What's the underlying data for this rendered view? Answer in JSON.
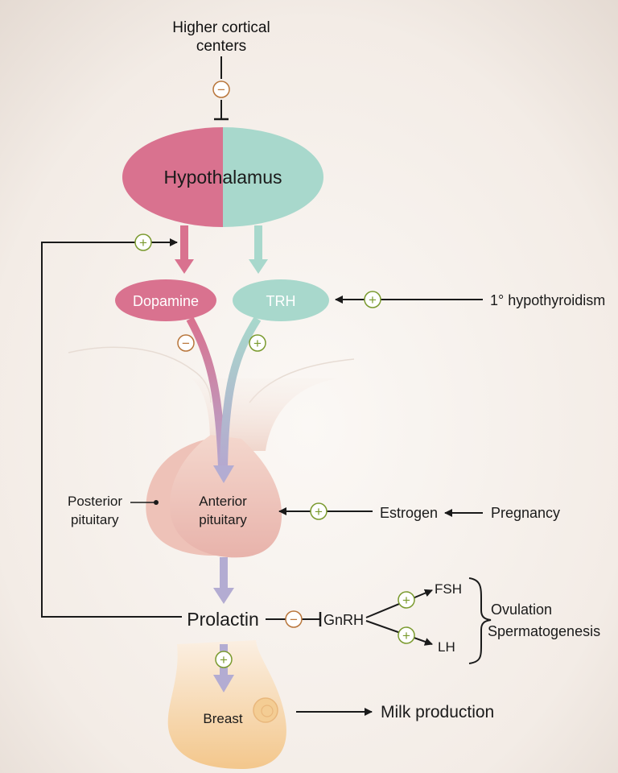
{
  "labels": {
    "higher_cortical_line1": "Higher cortical",
    "higher_cortical_line2": "centers",
    "hypothalamus": "Hypothalamus",
    "dopamine": "Dopamine",
    "trh": "TRH",
    "primary_hypothyroidism": "1° hypothyroidism",
    "posterior_pituitary_line1": "Posterior",
    "posterior_pituitary_line2": "pituitary",
    "anterior_pituitary_line1": "Anterior",
    "anterior_pituitary_line2": "pituitary",
    "estrogen": "Estrogen",
    "pregnancy": "Pregnancy",
    "prolactin": "Prolactin",
    "gnrh": "GnRH",
    "fsh": "FSH",
    "lh": "LH",
    "ovulation": "Ovulation",
    "spermatogenesis": "Spermatogenesis",
    "breast": "Breast",
    "milk_production": "Milk production"
  },
  "signs": {
    "minus": "−",
    "plus": "+"
  },
  "colors": {
    "dopamine": "#d9728f",
    "trh": "#a8d8cc",
    "prolactin_arrow": "#b3acd2",
    "inhibit_sign": "#b8753a",
    "stimulate_sign": "#7a9a2e",
    "pituitary_fill": "#efc3bb",
    "breast_fill": "#f5cf96",
    "background": "#f7f2ee"
  }
}
